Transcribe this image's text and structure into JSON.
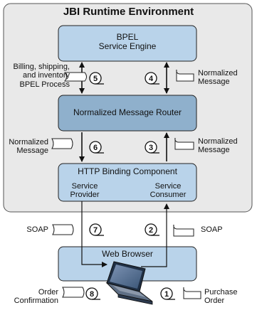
{
  "environment": {
    "title": "JBI Runtime Environment"
  },
  "components": {
    "bpel": {
      "line1": "BPEL",
      "line2": "Service Engine"
    },
    "nmr": {
      "label": "Normalized Message Router"
    },
    "http": {
      "title": "HTTP Binding Component",
      "provider_1": "Service",
      "provider_2": "Provider",
      "consumer_1": "Service",
      "consumer_2": "Consumer"
    },
    "browser": {
      "label": "Web Browser"
    }
  },
  "steps": [
    "1",
    "2",
    "3",
    "4",
    "5",
    "6",
    "7",
    "8"
  ],
  "messages": {
    "bpel_process_1": "Billing, shipping,",
    "bpel_process_2": "and inventory",
    "bpel_process_3": "BPEL Process",
    "normalized_1": "Normalized",
    "normalized_2": "Message",
    "soap": "SOAP",
    "order_1": "Order",
    "order_2": "Confirmation",
    "purchase_1": "Purchase",
    "purchase_2": "Order"
  },
  "colors": {
    "environment_fill": "#e9e9e9",
    "component_fill": "#b9d3ea",
    "router_fill": "#8fb0cc",
    "stroke": "#222222"
  }
}
